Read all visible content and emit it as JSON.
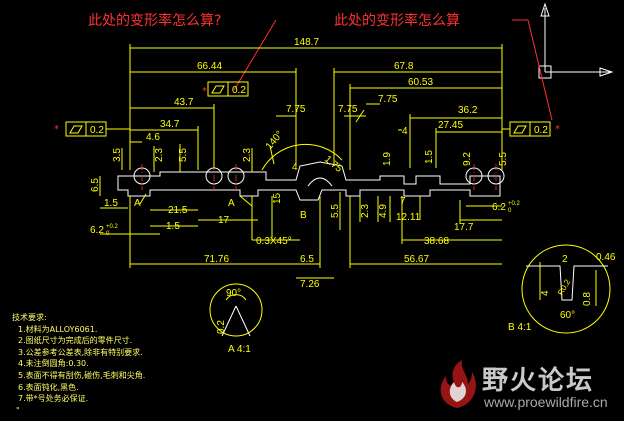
{
  "annotations": {
    "left_question": "此处的变形率怎么算?",
    "right_question": "此处的变形率怎么算"
  },
  "dimensions": {
    "d148_7": "148.7",
    "d66_44": "66.44",
    "d67_8": "67.8",
    "d60_53": "60.53",
    "d43_7": "43.7",
    "d34_7": "34.7",
    "d4_6": "4.6",
    "d7_75_a": "7.75",
    "d7_75_b": "7.75",
    "d7_75_c": "7.75",
    "d36_2": "36.2",
    "d27_45": "27.45",
    "d4": "4",
    "d3_5": "3.5",
    "d2_3_a": "2.3",
    "d5_5_a": "5.5",
    "d2_3_b": "2.3",
    "d140": "140°",
    "d4_b": "4",
    "d1_75": "1.75",
    "d1_9": "1.9",
    "d1_5_b": "1.5",
    "d9_2": "9.2",
    "d5_5_c": "5.5",
    "d6_5": "6.5",
    "d1_5": "1.5",
    "dA_left": "A",
    "d21_5": "21.5",
    "d17": "17",
    "dA_mid": "A",
    "d15": "15",
    "dB": "B",
    "d5_5_b": "5.5",
    "d2_3_c": "2.3",
    "d4_9": "4.9",
    "d7": "7",
    "d12_11": "12.11",
    "d17_7": "17.7",
    "d6_2_right": "6.2",
    "d6_2_left": "6.2",
    "d1_5_c": "1.5",
    "d0_3x45": "0.3X45°",
    "d38_68": "38.68",
    "d71_76": "71.76",
    "d6_5_b": "6.5",
    "d56_67": "56.67",
    "d7_26": "7.26",
    "tol_plus": "+0.2",
    "tol_zero": "0",
    "flat_left": "0.2",
    "flat_mid": "0.2",
    "flat_right": "0.2"
  },
  "detail_a": {
    "angle": "90°",
    "dim": "0.2",
    "label": "A 4:1"
  },
  "detail_b": {
    "d2": "2",
    "d0_46": "0.46",
    "d4": "4",
    "d0_8": "0.8",
    "dR": "R0.2",
    "angle": "60°",
    "label": "B 4:1"
  },
  "notes": {
    "title": "技术要求:",
    "items": [
      "1.材料为ALLOY6061.",
      "2.图纸尺寸为完成后的零件尺寸.",
      "3.公差参考公差表,除非有特别要求.",
      "4.未注倒圆角:0.30.",
      "5.表面不得有刮伤,碰伤,毛刺和尖角.",
      "6.表面钝化,黑色.",
      "7.带*号处务必保证."
    ],
    "footer": "\""
  },
  "watermark": {
    "title": "野火论坛",
    "url": "www.proewildfire.cn"
  },
  "colors": {
    "background": "#000000",
    "dimension": "#ffff00",
    "annotation": "#ff3030",
    "axis": "#ffffff"
  }
}
